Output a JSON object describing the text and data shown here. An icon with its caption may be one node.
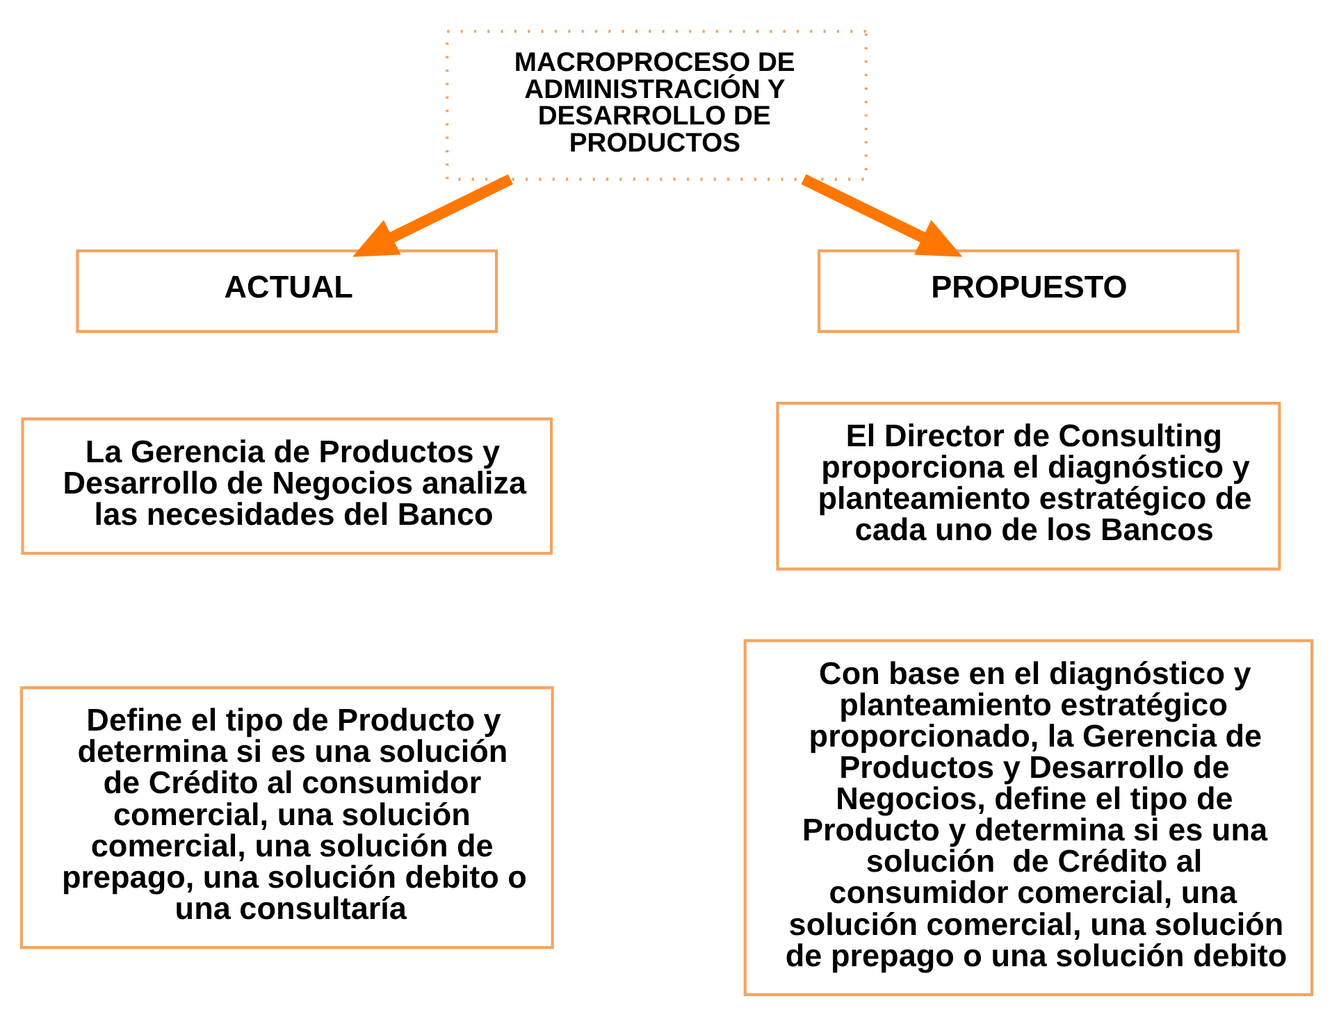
{
  "diagram": {
    "nodes": [
      {
        "text": [
          "MACROPROCESO DE ADMINISTRACIÓN Y DESARROLLO DE PRODUCTOS"
        ]
      },
      {
        "text": [
          "ACTUAL"
        ]
      },
      {
        "text": [
          "PROPUESTO"
        ]
      },
      {
        "text": [
          "La Gerencia de Productos y Desarrollo de Negocios analiza las necesidades del Banco"
        ]
      },
      {
        "text": [
          "Define el tipo de Producto y determina si es una solución de Crédito al consumidor comercial, una solución comercial, una solución de prepago, una solución debito o una consultaría"
        ]
      },
      {
        "text": [
          "El Director de Consulting proporciona el diagnóstico y planteamiento estratégico de cada uno de los Bancos"
        ]
      },
      {
        "text": [
          "Con base en el diagnóstico y planteamiento estratégico proporcionado, la Gerencia de Productos y Desarrollo de Negocios, define el tipo de Producto y determina si es una solución  de Crédito al consumidor comercial, una solución comercial, una solución de prepago o una solución debito"
        ]
      }
    ],
    "edges": [
      {
        "from": 0,
        "to": 1,
        "arrow": "to",
        "color": "#ff7700"
      },
      {
        "from": 0,
        "to": 2,
        "arrow": "to",
        "color": "#ff7700"
      }
    ]
  }
}
